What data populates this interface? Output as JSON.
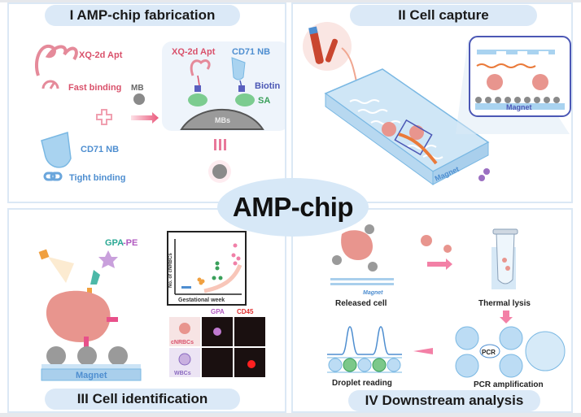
{
  "center": {
    "title": "AMP-chip"
  },
  "panels": {
    "fabrication": {
      "title": "I AMP-chip fabrication",
      "labels": {
        "aptamer": "XQ-2d Apt",
        "fast_binding": "Fast binding",
        "mb": "MB",
        "nanobody": "CD71 NB",
        "tight_binding": "Tight binding",
        "inset_aptamer": "XQ-2d Apt",
        "inset_nanobody": "CD71 NB",
        "biotin": "Biotin",
        "sa": "SA",
        "mbs": "MBs"
      }
    },
    "capture": {
      "title": "II Cell capture",
      "labels": {
        "magnet_chip": "Magnet",
        "magnet_inset": "Magnet"
      }
    },
    "identification": {
      "title": "III Cell identification",
      "labels": {
        "gpa": "GPA",
        "pe": "-PE",
        "magnet": "Magnet",
        "y_axis": "No. of cNRBCs",
        "x_axis": "Gestational week",
        "col_gpa": "GPA",
        "col_cd45": "CD45",
        "row_cnrbcs": "cNRBCs",
        "row_wbcs": "WBCs"
      }
    },
    "downstream": {
      "title": "IV Downstream analysis",
      "labels": {
        "released": "Released cell",
        "magnet": "Magnet",
        "lysis": "Thermal lysis",
        "pcr": "PCR",
        "pcr_amp": "PCR amplification",
        "droplet": "Droplet reading"
      }
    }
  },
  "colors": {
    "pink": "#d9516b",
    "blue": "#4e8ed0",
    "panel_border": "#dbe8f5",
    "pill": "#dbe9f7",
    "green": "#3aa05a",
    "purple": "#4b57b5"
  }
}
